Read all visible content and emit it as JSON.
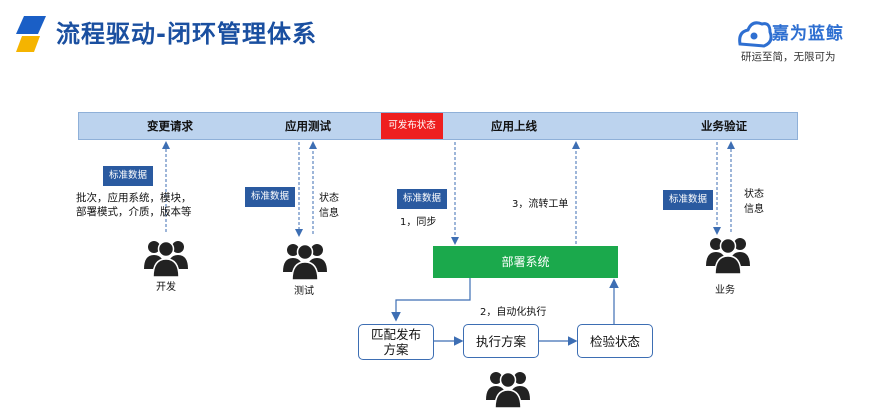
{
  "header": {
    "title": "流程驱动-闭环管理体系",
    "brand_name": "嘉为蓝鲸",
    "brand_slogan": "研运至简，无限可为"
  },
  "stages": [
    {
      "label": "变更请求"
    },
    {
      "label": "应用测试"
    },
    {
      "label": "可发布状态"
    },
    {
      "label": "应用上线"
    },
    {
      "label": "业务验证"
    }
  ],
  "tags": {
    "dev": "标准数据",
    "test": "标准数据",
    "deploy": "标准数据",
    "business": "标准数据"
  },
  "notes": {
    "dev": "批次，应用系统，模块，部署模式，介质，版本等",
    "test_status": "状态\n信息",
    "business_status": "状态\n信息",
    "sync": "1，同步",
    "work_order": "3，流转工单",
    "auto_exec": "2，自动化执行"
  },
  "roles": {
    "dev": "开发",
    "test": "测试",
    "business": "业务"
  },
  "deploy_system": "部署系统",
  "steps": {
    "match": "匹配发布\n方案",
    "execute": "执行方案",
    "verify": "检验状态"
  },
  "colors": {
    "title": "#1a4fa0",
    "stage_bar": "#bcd3ee",
    "release_red": "#ee1f1f",
    "tag_blue": "#2a5aa0",
    "deploy_green": "#1ba94c",
    "step_border": "#3d6eb3"
  }
}
